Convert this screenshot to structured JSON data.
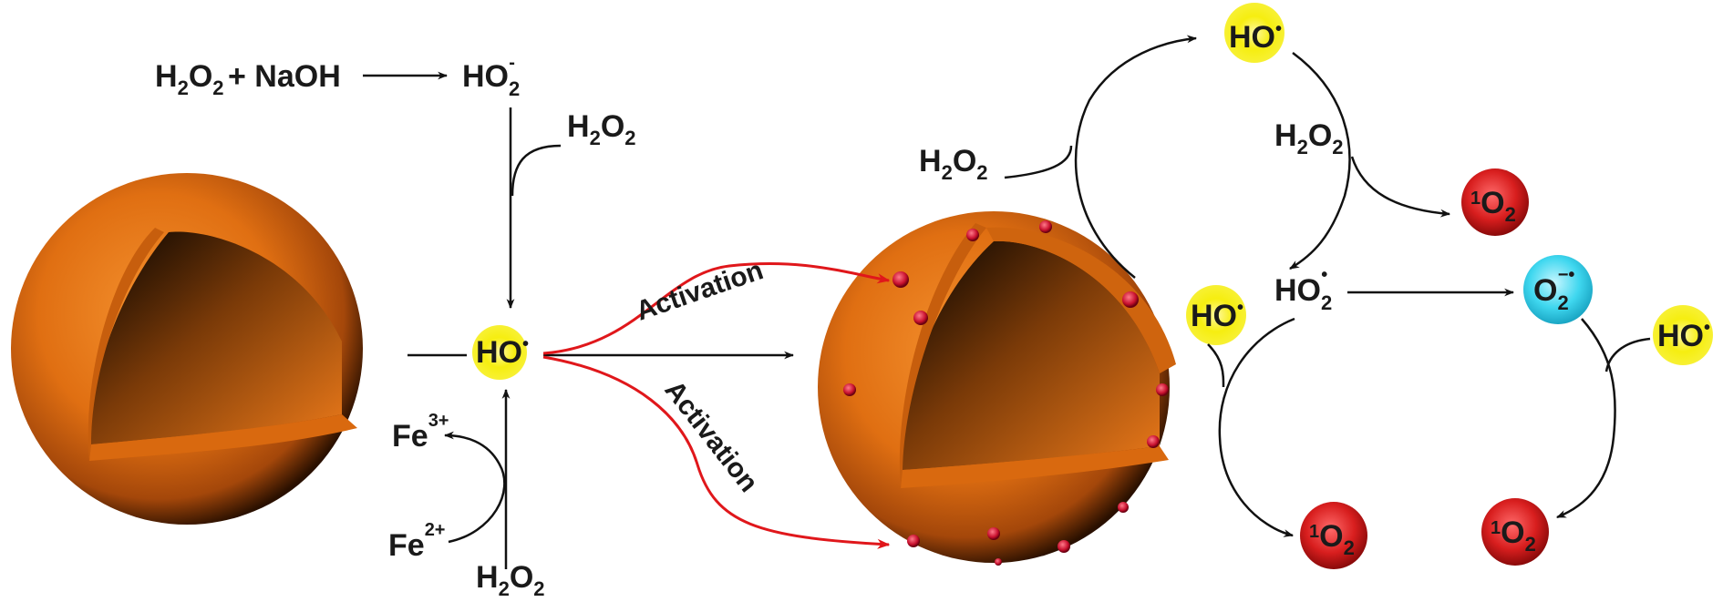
{
  "colors": {
    "sphere": "#e8741a",
    "arrow": "#111111",
    "activation_arrow": "#e0171b",
    "hydroxyl_glow": "#f4f000",
    "singlet_oxygen": "#d81e1e",
    "superoxide": "#35d3ec",
    "surface_dots": "#c8102e"
  },
  "labels": {
    "activation": "Activation"
  },
  "species": {
    "h2o2": {
      "main": "H",
      "sub1": "2",
      "mid": "O",
      "sub2": "2"
    },
    "naoh": "+ NaOH",
    "ho2_anion": {
      "main": "HO",
      "sub": "2",
      "sup": "-"
    },
    "ho_radical": {
      "main": "HO",
      "sup": "•"
    },
    "ho2_radical": {
      "main": "HO",
      "sub": "2",
      "sup": "•"
    },
    "superoxide": {
      "main": "O",
      "sub": "2",
      "sup": "−•"
    },
    "singlet_o2": {
      "pre": "1",
      "main": "O",
      "sub": "2"
    },
    "fe3": {
      "main": "Fe",
      "sup": "3+"
    },
    "fe2": {
      "main": "Fe",
      "sup": "2+"
    }
  }
}
